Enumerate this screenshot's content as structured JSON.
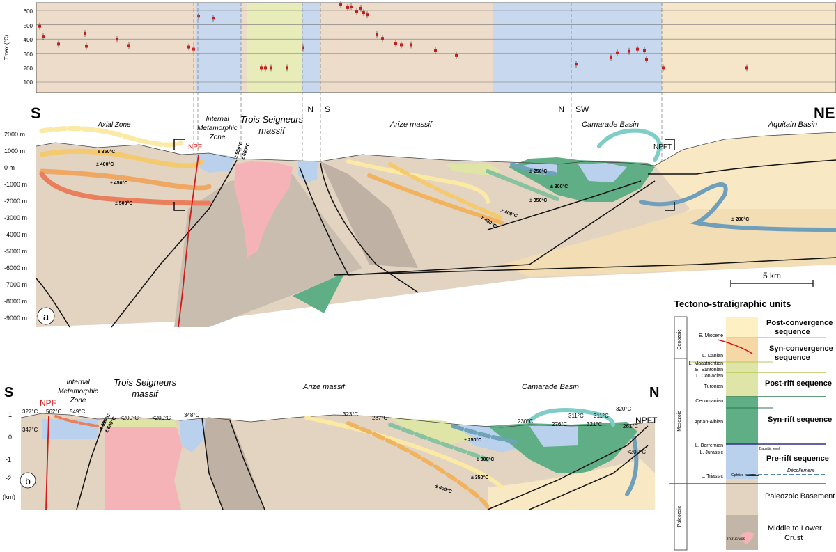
{
  "top_plot": {
    "ylabel": "Tmax (°C)",
    "yticks": [
      "600",
      "500",
      "400",
      "300",
      "200",
      "100"
    ],
    "points": [
      {
        "x": 57,
        "y": 490
      },
      {
        "x": 62,
        "y": 420
      },
      {
        "x": 84,
        "y": 365
      },
      {
        "x": 122,
        "y": 440
      },
      {
        "x": 124,
        "y": 350
      },
      {
        "x": 168,
        "y": 400
      },
      {
        "x": 185,
        "y": 355
      },
      {
        "x": 271,
        "y": 345
      },
      {
        "x": 278,
        "y": 330
      },
      {
        "x": 285,
        "y": 560
      },
      {
        "x": 306,
        "y": 545
      },
      {
        "x": 375,
        "y": 200
      },
      {
        "x": 381,
        "y": 200
      },
      {
        "x": 389,
        "y": 200
      },
      {
        "x": 412,
        "y": 200
      },
      {
        "x": 435,
        "y": 340
      },
      {
        "x": 489,
        "y": 640
      },
      {
        "x": 499,
        "y": 620
      },
      {
        "x": 504,
        "y": 625
      },
      {
        "x": 512,
        "y": 595
      },
      {
        "x": 518,
        "y": 615
      },
      {
        "x": 522,
        "y": 585
      },
      {
        "x": 527,
        "y": 570
      },
      {
        "x": 541,
        "y": 430
      },
      {
        "x": 549,
        "y": 405
      },
      {
        "x": 568,
        "y": 370
      },
      {
        "x": 576,
        "y": 360
      },
      {
        "x": 590,
        "y": 360
      },
      {
        "x": 625,
        "y": 320
      },
      {
        "x": 655,
        "y": 285
      },
      {
        "x": 827,
        "y": 225
      },
      {
        "x": 877,
        "y": 270
      },
      {
        "x": 886,
        "y": 305
      },
      {
        "x": 903,
        "y": 315
      },
      {
        "x": 915,
        "y": 330
      },
      {
        "x": 925,
        "y": 320
      },
      {
        "x": 928,
        "y": 260
      },
      {
        "x": 952,
        "y": 200
      },
      {
        "x": 1072,
        "y": 200
      }
    ]
  },
  "section_a": {
    "panel_letter": "a",
    "left_end": "S",
    "right_end": "NE",
    "y_labels": [
      "2000 m",
      "1000 m",
      "0 m",
      "-1000 m",
      "-2000 m",
      "-3000 m",
      "-4000 m",
      "-5000 m",
      "-6000 m",
      "-7000 m",
      "-8000 m",
      "-9000 m"
    ],
    "zones": {
      "axial": "Axial Zone",
      "internal_1": "Internal",
      "internal_2": "Metamorphic",
      "internal_3": "Zone",
      "trois_1": "Trois Seigneurs",
      "trois_2": "massif",
      "arize": "Arize massif",
      "camarade": "Camarade Basin",
      "aquitain": "Aquitain Basin"
    },
    "dir_n1": "N",
    "dir_s1": "S",
    "dir_n2": "N",
    "dir_sw": "SW",
    "npf": "NPF",
    "npft": "NPFT",
    "temps": {
      "t350": "± 350°C",
      "t400": "± 400°C",
      "t450": "± 450°C",
      "t500": "± 500°C",
      "t550": "± 550°C",
      "t600": "± 600°C",
      "t250": "± 250°C",
      "t300": "± 300°C",
      "t350b": "± 350°C",
      "t400b": "± 400°C",
      "t450b": "± 450°C",
      "t200": "± 200°C"
    },
    "scale": "5 km"
  },
  "section_b": {
    "panel_letter": "b",
    "left_end": "S",
    "right_end": "N",
    "unit": "(km)",
    "y_labels": [
      "1",
      "0",
      "-1",
      "-2"
    ],
    "zones": {
      "internal_1": "Internal",
      "internal_2": "Metamorphic",
      "internal_3": "Zone",
      "trois_1": "Trois Seigneurs",
      "trois_2": "massif",
      "arize": "Arize massif",
      "camarade": "Camarade Basin"
    },
    "npf": "NPF",
    "npft": "NPFT",
    "temps": {
      "a": "327°C",
      "b": "562°C",
      "c": "549°C",
      "d": "347°C",
      "e": "± 550°C",
      "f": "± 600°C",
      "g": "<200°C",
      "h": "<200°C",
      "i": "348°C",
      "j": "323°C",
      "k": "287°C",
      "l": "230°C",
      "m": "276°C",
      "n": "311°C",
      "o": "311°C",
      "p": "321°C",
      "q": "320°C",
      "r": "261°C",
      "s": "<200°C",
      "t": "± 250°C",
      "u": "± 300°C",
      "v": "± 350°C",
      "w": "± 400°C"
    }
  },
  "legend": {
    "title": "Tectono-stratigraphic units",
    "eras": [
      "Cenozoic",
      "Mesozoic",
      "Paleozoic"
    ],
    "stages": [
      "E. Miocene",
      "L. Danian",
      "L. Maastrichtian",
      "E. Santonian",
      "L. Coniacian",
      "Turonian",
      "Cenomanian",
      "Aptian-Albian",
      "L. Barremian",
      "L. Jurassic",
      "L. Triassic"
    ],
    "sequences": [
      "Post-convergence",
      "sequence",
      "Syn-convergence",
      "sequence",
      "Post-rift sequence",
      "Syn-rift sequence",
      "Pre-rift sequence",
      "Paleozoic Basement",
      "Middle to Lower",
      "Crust"
    ],
    "notes": {
      "bauxitic": "Bauxitic level",
      "ophites": "Ophites",
      "decollement": "Décollement",
      "intrusives": "Intrusives"
    },
    "colors": {
      "post_convergence": "#fdf1c3",
      "syn_convergence": "#f6d7a6",
      "post_rift": "#dfe5a6",
      "syn_rift": "#5fae86",
      "pre_rift": "#b9d1ec",
      "basement": "#e2d2c0",
      "crust": "#c2b6a8",
      "intrusive": "#f5b3b8"
    }
  }
}
